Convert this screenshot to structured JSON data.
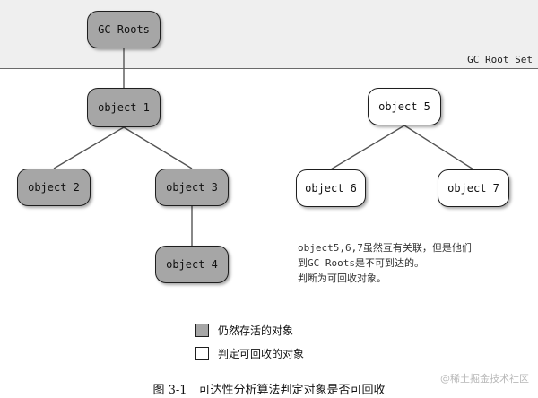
{
  "root_set": {
    "label": "GC Root Set"
  },
  "nodes": {
    "gc_roots": "GC Roots",
    "object1": "object 1",
    "object2": "object 2",
    "object3": "object 3",
    "object4": "object 4",
    "object5": "object 5",
    "object6": "object 6",
    "object7": "object 7"
  },
  "note": {
    "lines": [
      "object5,6,7虽然互有关联，但是他们",
      "到GC Roots是不可到达的。",
      "判断为可回收对象。"
    ]
  },
  "legend": {
    "alive": "仍然存活的对象",
    "collectable": "判定可回收的对象"
  },
  "caption": "图 3-1　可达性分析算法判定对象是否可回收",
  "watermark": "@稀土掘金技术社区",
  "colors": {
    "alive_fill": "#a6a6a6",
    "collectable_fill": "#ffffff",
    "root_band": "#efefef"
  }
}
